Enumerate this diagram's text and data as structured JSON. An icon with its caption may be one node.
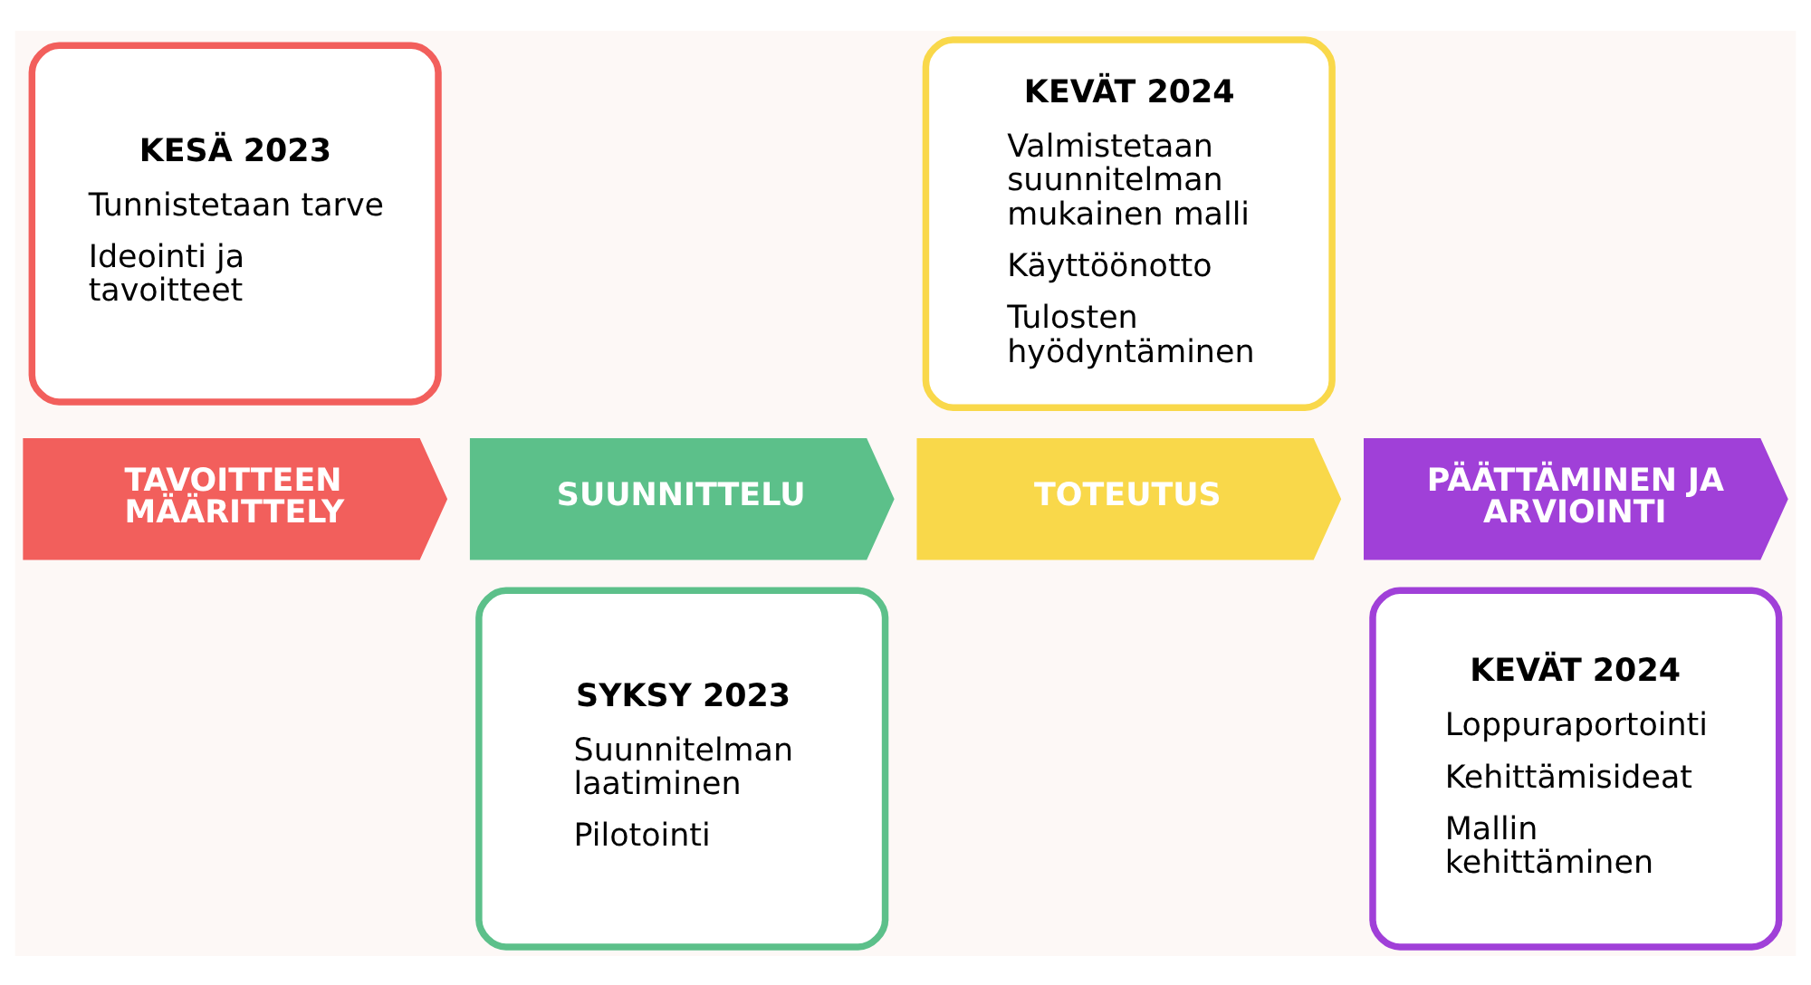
{
  "diagram": {
    "nodes": [
      {
        "text": [
          "KESÄ 2023",
          "Tunnistetaan tarve",
          "Ideointi ja tavoitteet"
        ]
      },
      {
        "text": [
          "TAVOITTEEN MÄÄRITTELY"
        ]
      },
      {
        "text": [
          "SUUNNITTELU"
        ]
      },
      {
        "text": [
          "SYKSY 2023",
          "Suunnitelman laatiminen",
          "Pilotointi"
        ]
      },
      {
        "text": [
          "KEVÄT 2024",
          "Valmistetaan suunnitelman mukainen malli",
          "Käyttöönotto",
          "Tulosten hyödyntäminen"
        ]
      },
      {
        "text": [
          "TOTEUTUS"
        ]
      },
      {
        "text": [
          "PÄÄTTÄMINEN JA ARVIOINTI"
        ]
      },
      {
        "text": [
          "KEVÄT 2024",
          "Loppuraportointi",
          "Kehittämisideat",
          "Mallin kehittäminen"
        ]
      }
    ],
    "edges": []
  }
}
